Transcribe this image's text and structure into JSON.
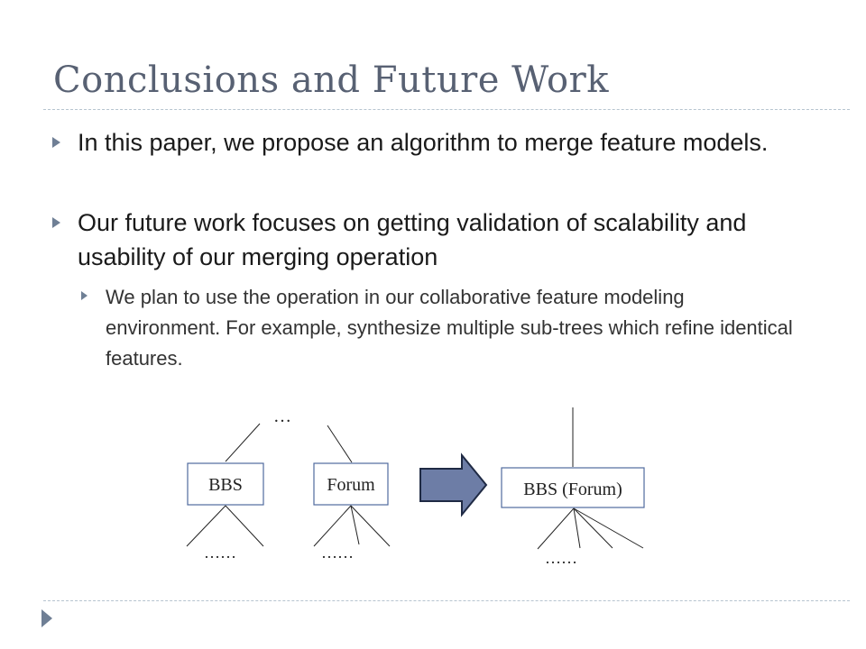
{
  "slide": {
    "title": "Conclusions and Future Work",
    "bullets": [
      {
        "text": "In this paper, we propose an algorithm to merge feature models."
      },
      {
        "text": "Our future work focuses on getting validation of scalability and usability of our merging operation"
      }
    ],
    "sub_bullets": [
      {
        "text": "We plan to use the operation in our collaborative feature modeling environment. For example, synthesize multiple sub-trees which refine identical features."
      }
    ]
  },
  "diagram": {
    "top_ellipsis": "…",
    "left_node_1": "BBS",
    "left_node_2": "Forum",
    "children_ellipsis_1": "……",
    "children_ellipsis_2": "……",
    "merged_node": "BBS (Forum)",
    "merged_children_ellipsis": "……",
    "colors": {
      "arrow_fill": "#6d7da6",
      "arrow_stroke": "#1f2a44",
      "node_border": "#4f6a9e",
      "line": "#222222"
    }
  },
  "theme": {
    "title_color": "#586173",
    "bullet_color": "#6f7f95"
  }
}
